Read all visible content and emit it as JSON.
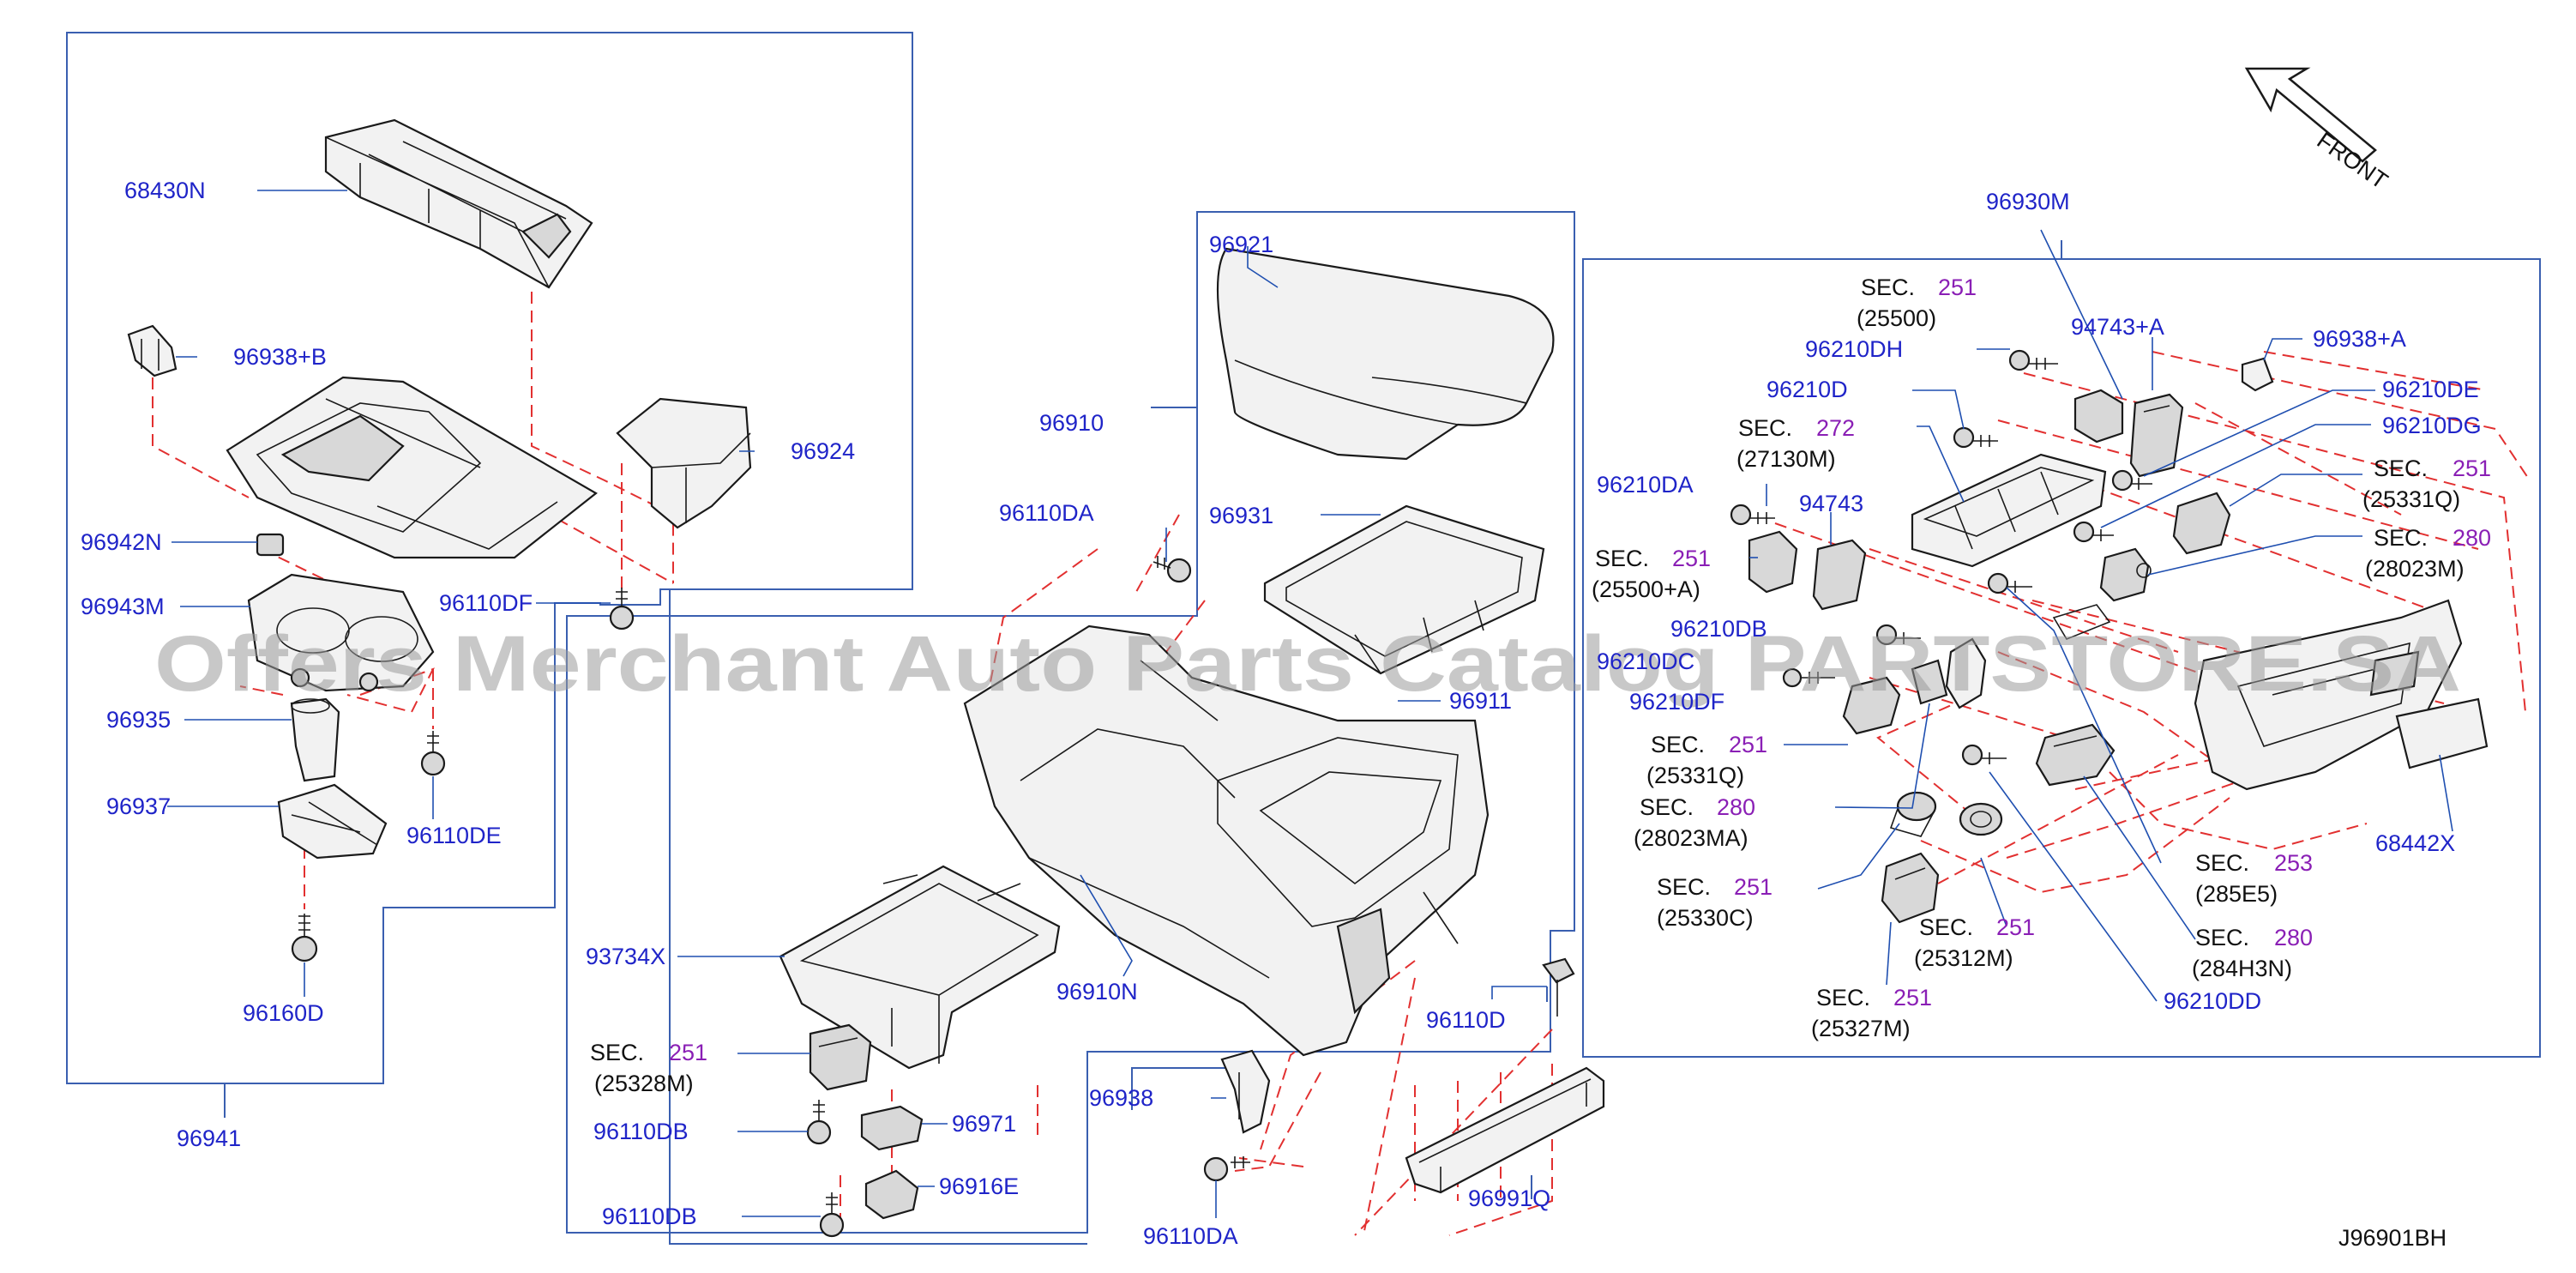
{
  "watermark": "Offers Merchant Auto Parts Catalog PARTSTORE.SA",
  "diagram_id": "J96901BH",
  "direction_label": "FRONT",
  "sec_prefix": "SEC.",
  "parts": {
    "p68430N": "68430N",
    "p96938B": "96938+B",
    "p96924": "96924",
    "p96942N": "96942N",
    "p96943M": "96943M",
    "p96110DF": "96110DF",
    "p96935": "96935",
    "p96110DE": "96110DE",
    "p96937": "96937",
    "p96160D": "96160D",
    "p96941": "96941",
    "p96921": "96921",
    "p96910": "96910",
    "p96110DA_top": "96110DA",
    "p96931": "96931",
    "p96911": "96911",
    "p93734X": "93734X",
    "p96910N": "96910N",
    "p96110DB_a": "96110DB",
    "p96971": "96971",
    "p96110DB_b": "96110DB",
    "p96916E": "96916E",
    "p96938": "96938",
    "p96110DA_bot": "96110DA",
    "p96110D": "96110D",
    "p96991Q": "96991Q",
    "p96930M": "96930M",
    "p96210DH": "96210DH",
    "p94743A": "94743+A",
    "p96938A": "96938+A",
    "p96210D": "96210D",
    "p96210DE": "96210DE",
    "p96210DG": "96210DG",
    "p96210DA": "96210DA",
    "p94743": "94743",
    "p96210DB_partial": "96210DB",
    "p96210DC_partial": "96210DC",
    "p96210DF": "96210DF",
    "p68442X": "68442X",
    "p96210DD": "96210DD"
  },
  "sections": {
    "s25500": {
      "num": "251",
      "code": "(25500)"
    },
    "s27130M": {
      "num": "272",
      "code": "(27130M)"
    },
    "s25331Q_r": {
      "num": "251",
      "code": "(25331Q)"
    },
    "s28023M": {
      "num": "280",
      "code": "(28023M)"
    },
    "s25500A": {
      "num": "251",
      "code": "(25500+A)"
    },
    "s25331Q_l": {
      "num": "251",
      "code": "(25331Q)"
    },
    "s28023MA": {
      "num": "280",
      "code": "(28023MA)"
    },
    "s285E5": {
      "num": "253",
      "code": "(285E5)"
    },
    "s25330C": {
      "num": "251",
      "code": "(25330C)"
    },
    "s25312M": {
      "num": "251",
      "code": "(25312M)"
    },
    "s284H3N": {
      "num": "280",
      "code": "(284H3N)"
    },
    "s25327M": {
      "num": "251",
      "code": "(25327M)"
    },
    "s25328M": {
      "num": "251",
      "code": "(25328M)"
    }
  }
}
